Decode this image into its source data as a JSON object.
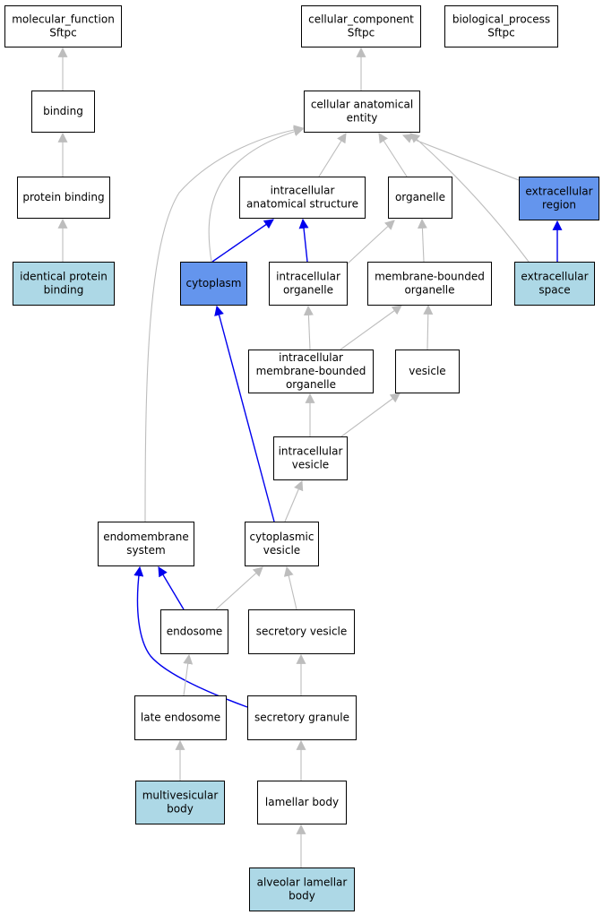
{
  "colors": {
    "default_fill": "#ffffff",
    "direct_annotation_fill": "#add8e6",
    "highlight_fill": "#6495ed",
    "is_a_edge": "#bdbdbd",
    "part_of_edge": "#0000ee"
  },
  "nodes": {
    "molecular_function": [
      "molecular_function",
      "Sftpc"
    ],
    "cellular_component": [
      "cellular_component",
      "Sftpc"
    ],
    "biological_process": [
      "biological_process",
      "Sftpc"
    ],
    "binding": [
      "binding"
    ],
    "cellular_anatomical_entity": [
      "cellular anatomical",
      "entity"
    ],
    "protein_binding": [
      "protein binding"
    ],
    "intracellular_anatomical_structure": [
      "intracellular",
      "anatomical structure"
    ],
    "organelle": [
      "organelle"
    ],
    "extracellular_region": [
      "extracellular",
      "region"
    ],
    "identical_protein_binding": [
      "identical protein",
      "binding"
    ],
    "cytoplasm": [
      "cytoplasm"
    ],
    "intracellular_organelle": [
      "intracellular",
      "organelle"
    ],
    "membrane_bounded_organelle": [
      "membrane-bounded",
      "organelle"
    ],
    "extracellular_space": [
      "extracellular",
      "space"
    ],
    "intracellular_membrane_bounded_organelle": [
      "intracellular",
      "membrane-bounded",
      "organelle"
    ],
    "vesicle": [
      "vesicle"
    ],
    "intracellular_vesicle": [
      "intracellular",
      "vesicle"
    ],
    "endomembrane_system": [
      "endomembrane",
      "system"
    ],
    "cytoplasmic_vesicle": [
      "cytoplasmic",
      "vesicle"
    ],
    "endosome": [
      "endosome"
    ],
    "secretory_vesicle": [
      "secretory vesicle"
    ],
    "late_endosome": [
      "late endosome"
    ],
    "secretory_granule": [
      "secretory granule"
    ],
    "multivesicular_body": [
      "multivesicular",
      "body"
    ],
    "lamellar_body": [
      "lamellar body"
    ],
    "alveolar_lamellar_body": [
      "alveolar lamellar",
      "body"
    ]
  }
}
